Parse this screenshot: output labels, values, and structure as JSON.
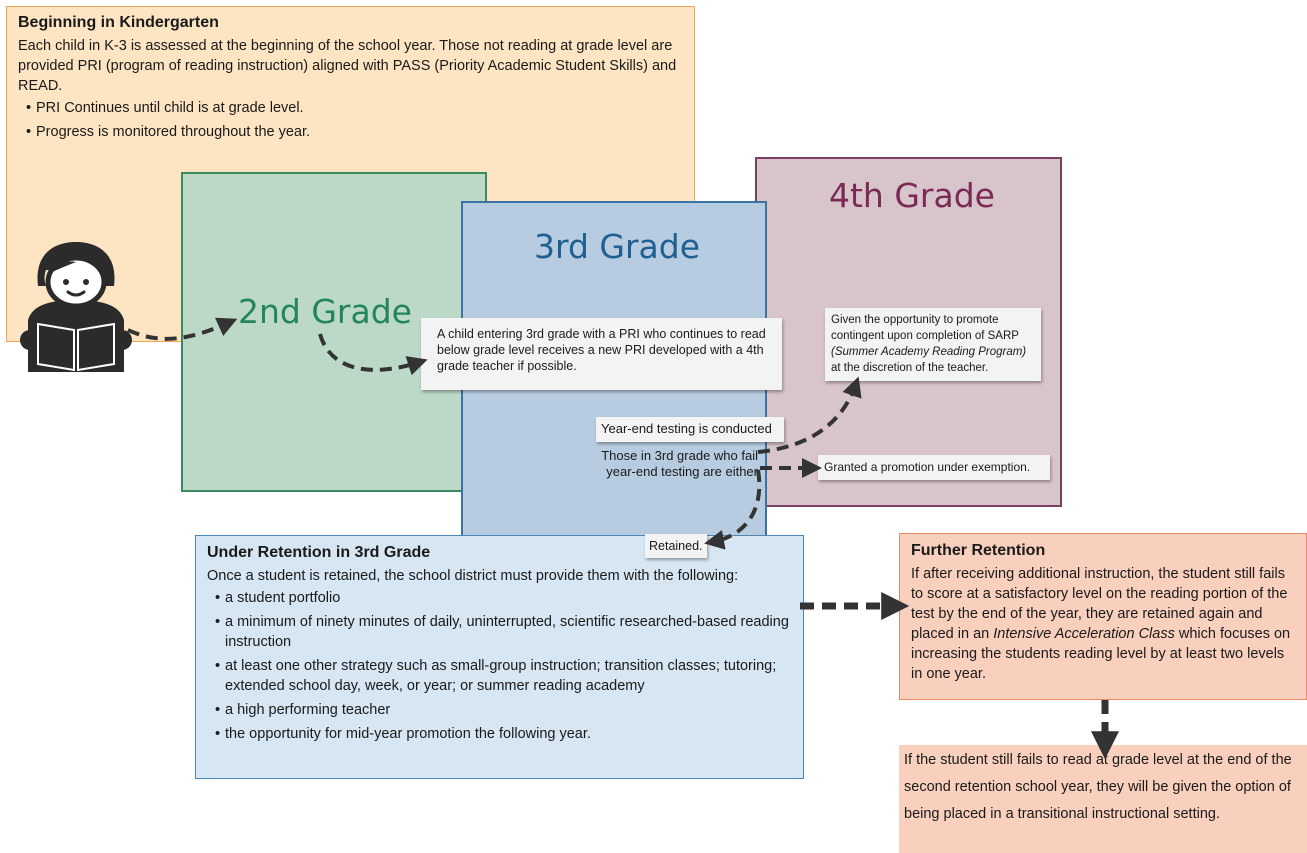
{
  "kindergarten": {
    "title": "Beginning in Kindergarten",
    "body": "Each child in K-3 is assessed at the beginning of the school year.  Those not reading at grade level are provided PRI (program of reading instruction) aligned with PASS (Priority Academic Student Skills) and READ.",
    "bullets": [
      "PRI Continues until child is at grade level.",
      "Progress is monitored throughout the year."
    ]
  },
  "grades": {
    "second": "2nd Grade",
    "third": "3rd Grade",
    "fourth": "4th Grade"
  },
  "third_grade_note": "A child entering 3rd grade with a PRI who continues to read below grade level receives a new PRI developed with a 4th grade teacher if possible.",
  "fourth_grade_note": {
    "line1": "Given the opportunity to promote contingent upon completion of SARP",
    "italic": "(Summer Academy Reading Program)",
    "line2": "at the discretion of the teacher."
  },
  "year_end_testing": "Year-end testing is conducted",
  "fail_text": "Those in 3rd grade who fail year-end testing are either",
  "exemption": "Granted a promotion under exemption.",
  "retained": "Retained.",
  "under_retention": {
    "title": "Under Retention in 3rd Grade",
    "intro": "Once a student is retained, the school district must provide them with the following:",
    "bullets": [
      "a student portfolio",
      "a minimum of ninety minutes of daily, uninterrupted, scientific researched-based reading instruction",
      "at least one other strategy such as small-group instruction; transition classes; tutoring; extended school day, week, or year; or summer reading academy",
      "a high performing teacher",
      "the opportunity for mid-year promotion the following year."
    ]
  },
  "further_retention": {
    "title": "Further Retention",
    "body_before": "If after receiving additional instruction, the student still fails to score at a satisfactory level on the reading portion of the test by the end of the year, they are retained again and placed in an ",
    "body_italic": "Intensive Acceleration Class",
    "body_after": " which focuses on increasing the students reading level by at least two levels in one year."
  },
  "final_note": "If the student still fails to read at grade level at the end of the second retention school year, they will be given the option of being placed in a transitional instructional setting.",
  "colors": {
    "kindergarten_bg": "#fde5c3",
    "second_bg": "#bcd9c8",
    "third_bg": "#b8cce1",
    "fourth_bg": "#d8c4cb",
    "retention_bg": "#d6e6f2",
    "further_bg": "#f9cfbd",
    "arrow": "#333333"
  },
  "icons": {
    "student": "student-reading-icon"
  }
}
